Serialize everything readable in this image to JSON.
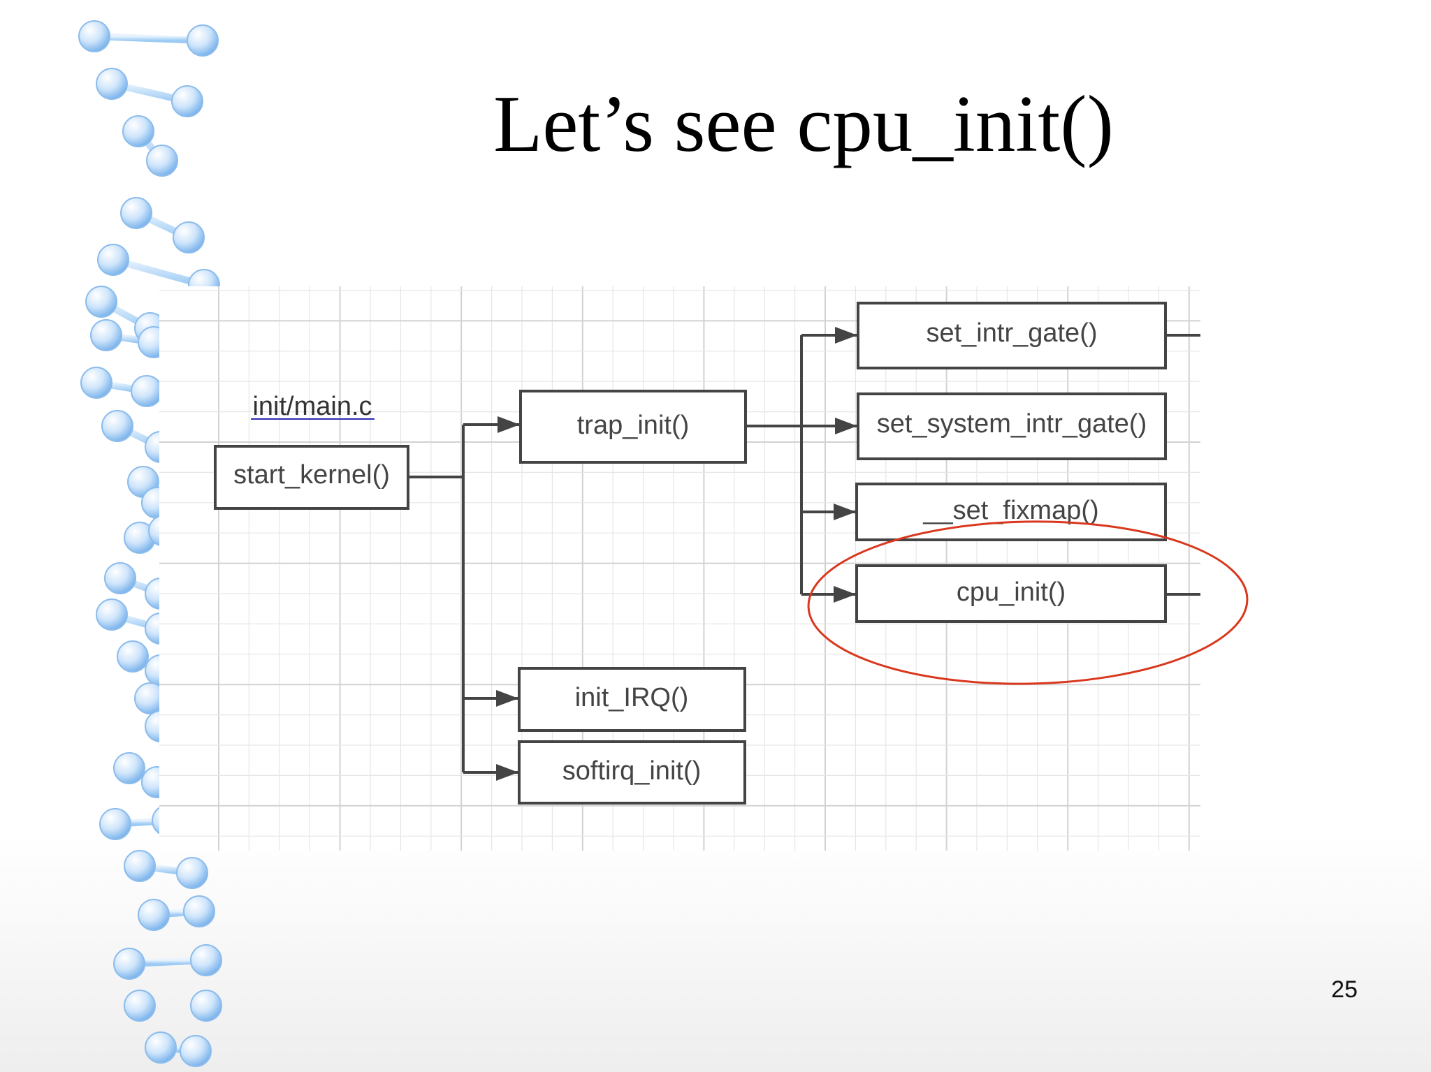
{
  "slide": {
    "title": "Let’s see cpu_init()",
    "page_number": "25"
  },
  "diagram": {
    "file_label": "init/main.c",
    "nodes": {
      "start_kernel": "start_kernel()",
      "trap_init": "trap_init()",
      "init_irq": "init_IRQ()",
      "softirq_init": "softirq_init()",
      "set_intr_gate": "set_intr_gate()",
      "set_system_intr_gate": "set_system_intr_gate()",
      "set_fixmap": "__set_fixmap()",
      "cpu_init": "cpu_init()"
    },
    "highlight": "cpu_init",
    "colors": {
      "grid": "#dddddd",
      "box_stroke": "#444444",
      "connector": "#444444",
      "highlight_ellipse": "#d9381e",
      "link": "#2b2bb5",
      "decor_sphere": "#9ccaf3"
    }
  }
}
